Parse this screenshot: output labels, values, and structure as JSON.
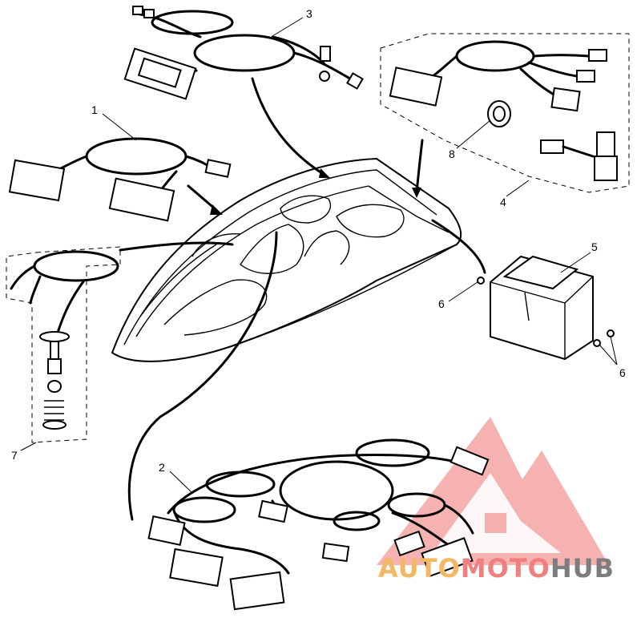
{
  "callouts": [
    {
      "id": "1",
      "text": "1"
    },
    {
      "id": "2",
      "text": "2"
    },
    {
      "id": "3",
      "text": "3"
    },
    {
      "id": "4",
      "text": "4"
    },
    {
      "id": "5",
      "text": "5"
    },
    {
      "id": "6a",
      "text": "6"
    },
    {
      "id": "6b",
      "text": "6"
    },
    {
      "id": "7",
      "text": "7"
    },
    {
      "id": "8",
      "text": "8"
    }
  ],
  "watermark": {
    "part1": "AUTO",
    "part2": "MOTO",
    "part3": "HUB",
    "color_red": "#f08080",
    "color_orange": "#f2b866",
    "color_gray": "#7d7d7d"
  },
  "colors": {
    "line": "#000000",
    "background": "#ffffff"
  }
}
